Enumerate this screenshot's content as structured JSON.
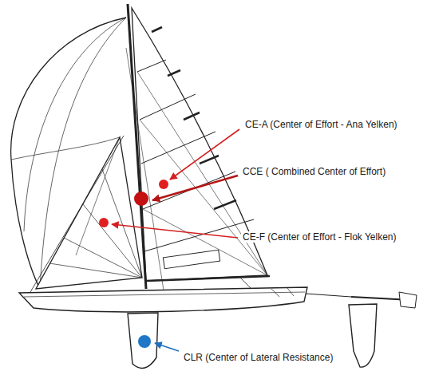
{
  "diagram": {
    "labels": [
      "CE-A (Center of Effort - Ana Yelken)",
      "CCE ( Combined Center of Effort)",
      "CE-F (Center of Effort - Flok Yelken)",
      "CLR (Center of Lateral Resistance)"
    ]
  }
}
